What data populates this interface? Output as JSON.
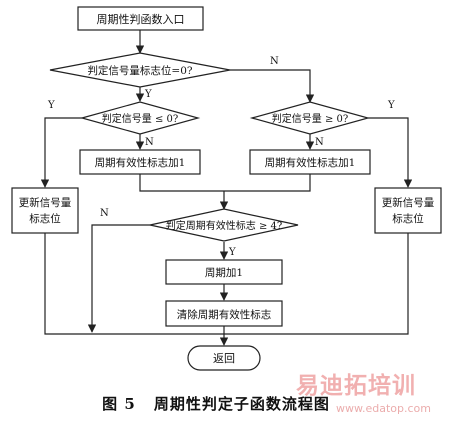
{
  "nodes": {
    "start": "周期性判函数入口",
    "d1": "判定信号量标志位=0?",
    "d2": "判定信号量 ≤ 0?",
    "d3": "判定信号量 ≥ 0?",
    "p1": "周期有效性标志加1",
    "p2": "周期有效性标志加1",
    "u1": [
      "更新信号量",
      "标志位"
    ],
    "u2": [
      "更新信号量",
      "标志位"
    ],
    "d4": "判定周期有效性标志 ≥ 4?",
    "p3": "周期加1",
    "p4": "清除周期有效性标志",
    "end": "返回"
  },
  "edge_labels": {
    "yes": "Y",
    "no": "N"
  },
  "caption": {
    "figure": "图 5",
    "title": "周期性判定子函数流程图"
  },
  "watermark": {
    "text": "易迪拓培训",
    "url": "www.edatop.com"
  }
}
